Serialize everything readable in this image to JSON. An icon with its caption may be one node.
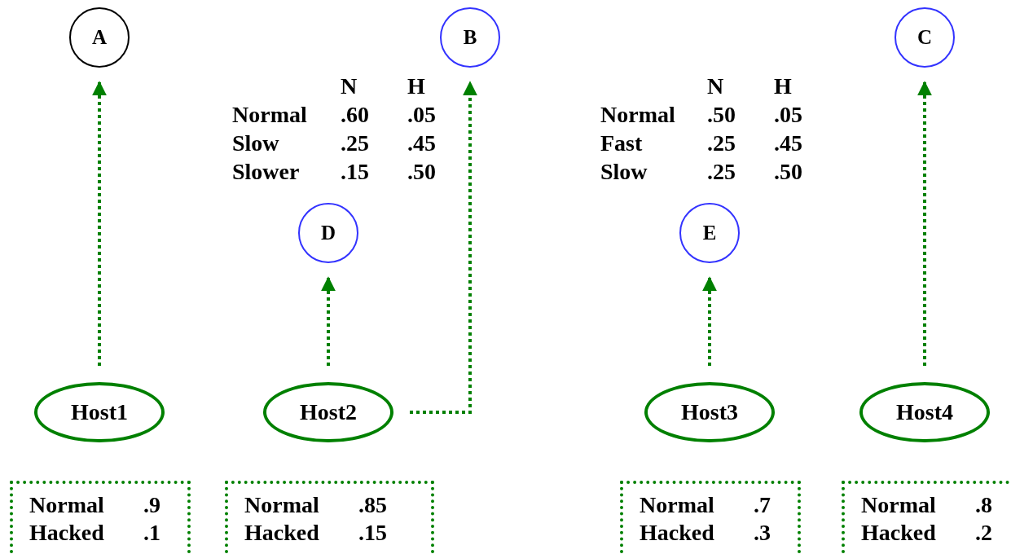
{
  "diagram": {
    "nodes": [
      {
        "text": [
          "A"
        ]
      },
      {
        "text": [
          "B"
        ]
      },
      {
        "text": [
          "C"
        ]
      },
      {
        "text": [
          "D"
        ]
      },
      {
        "text": [
          "E"
        ]
      },
      {
        "text": [
          "Host1"
        ]
      },
      {
        "text": [
          "Host2"
        ]
      },
      {
        "text": [
          "Host3"
        ]
      },
      {
        "text": [
          "Host4"
        ]
      },
      {
        "text": [
          "Normal",
          ".9",
          "Hacked",
          ".1"
        ]
      },
      {
        "text": [
          "Normal",
          ".85",
          "Hacked",
          ".15"
        ]
      },
      {
        "text": [
          "Normal",
          ".7",
          "Hacked",
          ".3"
        ]
      },
      {
        "text": [
          "Normal",
          ".8",
          "Hacked",
          ".2"
        ]
      }
    ],
    "edges": [
      {
        "from": 5,
        "to": 0,
        "arrow": "to",
        "style": "dashed"
      },
      {
        "from": 6,
        "to": 3,
        "arrow": "to",
        "style": "dashed"
      },
      {
        "from": 6,
        "to": 1,
        "arrow": "to",
        "style": "dashed"
      },
      {
        "from": 7,
        "to": 4,
        "arrow": "to",
        "style": "dashed"
      },
      {
        "from": 8,
        "to": 2,
        "arrow": "to",
        "style": "dashed"
      }
    ],
    "labels": [
      "N",
      "H",
      "Normal",
      ".60",
      ".05",
      "Slow",
      ".25",
      ".45",
      "Slower",
      ".15",
      ".50",
      "N",
      "H",
      "Normal",
      ".50",
      ".05",
      "Fast",
      ".25",
      ".45",
      "Slow",
      ".25",
      ".50"
    ]
  }
}
